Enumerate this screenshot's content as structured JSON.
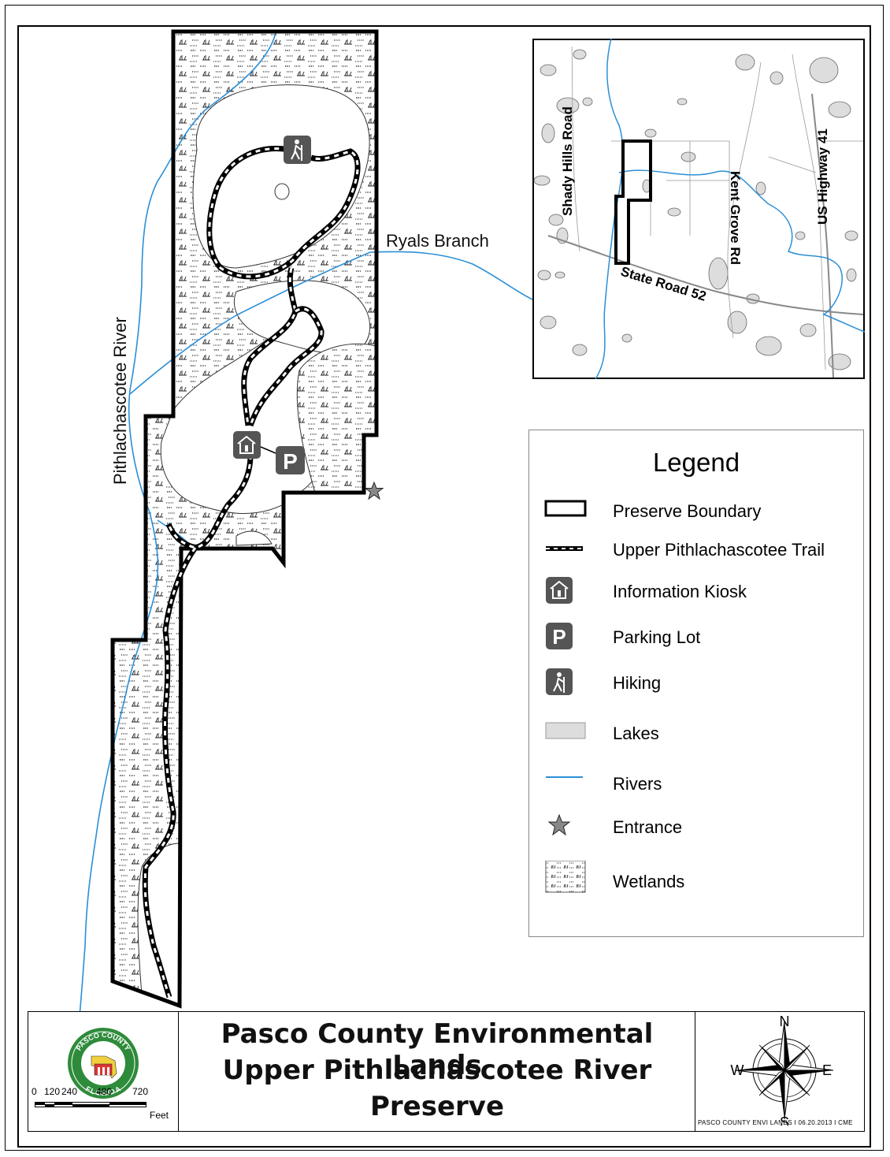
{
  "map": {
    "labels": {
      "river_west": "Pithlachascotee River",
      "branch": "Ryals Branch"
    }
  },
  "inset": {
    "roads": {
      "shady_hills": "Shady Hills Road",
      "kent_grove": "Kent Grove Rd",
      "us41": "US Highway 41",
      "sr52": "State Road 52"
    }
  },
  "legend": {
    "title": "Legend",
    "items": [
      {
        "label": "Preserve Boundary",
        "symbol": "boundary-icon"
      },
      {
        "label": "Upper Pithlachascotee Trail",
        "symbol": "trail-icon"
      },
      {
        "label": "Information Kiosk",
        "symbol": "kiosk-icon"
      },
      {
        "label": "Parking Lot",
        "symbol": "parking-icon"
      },
      {
        "label": "Hiking",
        "symbol": "hiking-icon"
      },
      {
        "label": "Lakes",
        "symbol": "lake-icon"
      },
      {
        "label": "Rivers",
        "symbol": "river-icon"
      },
      {
        "label": "Entrance",
        "symbol": "star-icon"
      },
      {
        "label": "Wetlands",
        "symbol": "wetland-icon"
      }
    ]
  },
  "title_block": {
    "line1": "Pasco County Environmental Lands",
    "line2": "Upper Pithlachascotee River",
    "line3": "Preserve",
    "seal_top": "PASCO COUNTY",
    "seal_bottom": "FLORIDA",
    "scale": {
      "ticks": [
        "0",
        "120",
        "240",
        "480",
        "720"
      ],
      "unit": "Feet"
    },
    "credit": "PASCO COUNTY ENVI LANDS I 06.20.2013 I CME",
    "compass": {
      "n": "N",
      "s": "S",
      "e": "E",
      "w": "W"
    }
  },
  "colors": {
    "river": "#2b8fd6",
    "lake": "#dddddd",
    "icon_bg": "#555555",
    "entrance": "#888888"
  }
}
